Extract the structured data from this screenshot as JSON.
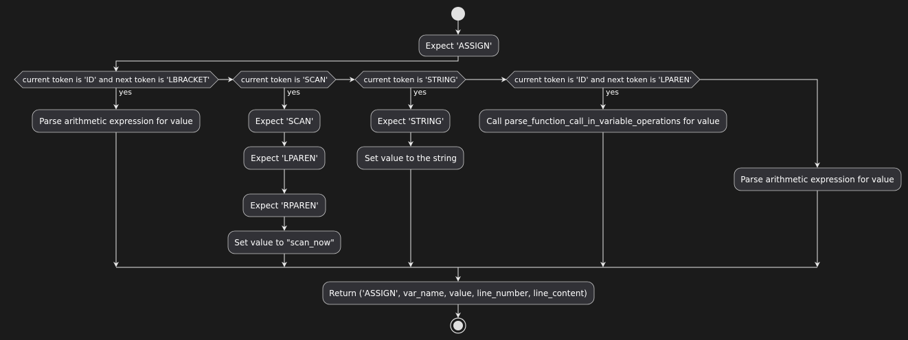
{
  "nodes": {
    "expect_assign": "Expect 'ASSIGN'",
    "parse_arith_1": "Parse arithmetic expression for value",
    "expect_scan": "Expect 'SCAN'",
    "expect_lparen": "Expect 'LPAREN'",
    "expect_rparen": "Expect 'RPAREN'",
    "set_scan_now": "Set value to \"scan_now\"",
    "expect_string": "Expect 'STRING'",
    "set_string": "Set value to the string",
    "call_parse_func": "Call parse_function_call_in_variable_operations for value",
    "parse_arith_2": "Parse arithmetic expression for value",
    "return_stmt": "Return ('ASSIGN', var_name, value, line_number, line_content)"
  },
  "decisions": {
    "d1": "current token is 'ID' and next token is 'LBRACKET'",
    "d2": "current token is 'SCAN'",
    "d3": "current token is 'STRING'",
    "d4": "current token is 'ID' and next token is 'LPAREN'"
  },
  "edge_labels": {
    "yes": "yes"
  }
}
